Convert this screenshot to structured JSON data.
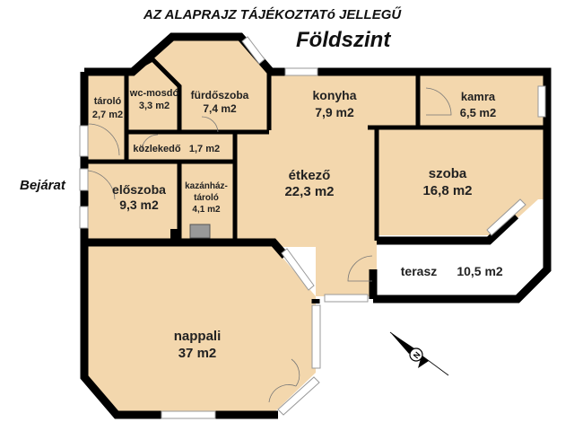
{
  "header": {
    "notice": "AZ ALAPRAJZ TÁJÉKOZTATó JELLEGŰ",
    "level": "Földszint"
  },
  "entrance_label": "Bejárat",
  "colors": {
    "room_fill": "#f3d7ad",
    "wall": "#000000",
    "window": "#ffffff"
  },
  "rooms": [
    {
      "name": "tároló",
      "area": "2,7 m2"
    },
    {
      "name": "wc-mosdó",
      "area": "3,3 m2"
    },
    {
      "name": "fürdőszoba",
      "area": "7,4 m2"
    },
    {
      "name": "konyha",
      "area": "7,9 m2"
    },
    {
      "name": "kamra",
      "area": "6,5 m2"
    },
    {
      "name": "közlekedő",
      "area": "1,7 m2"
    },
    {
      "name": "étkező",
      "area": "22,3 m2"
    },
    {
      "name": "szoba",
      "area": "16,8 m2"
    },
    {
      "name": "előszoba",
      "area": "9,3  m2"
    },
    {
      "name": "kazánház-",
      "name2": "tároló",
      "area": "4,1 m2"
    },
    {
      "name": "terasz",
      "area": "10,5 m2"
    },
    {
      "name": "nappali",
      "area": "37 m2"
    }
  ],
  "compass": {
    "icon": "north-arrow-compass-icon",
    "letter": "N"
  }
}
